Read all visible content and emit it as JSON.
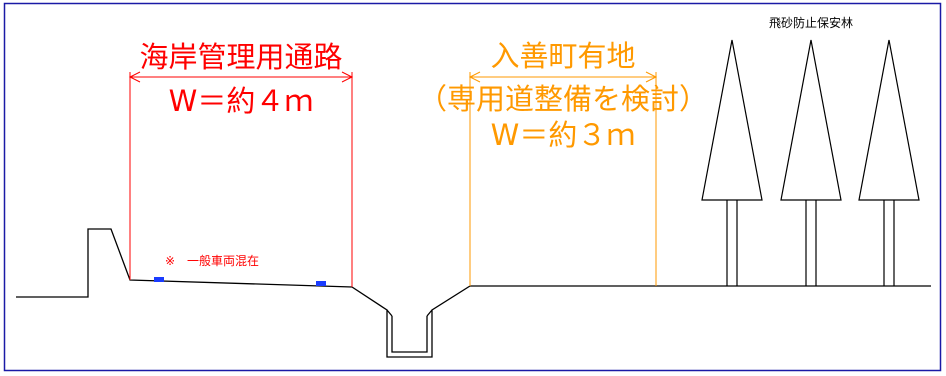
{
  "colors": {
    "frame": "#1a1aa6",
    "ground": "#000000",
    "road_width_marker": "#ff0000",
    "private_land_marker": "#ff9900",
    "car_marker": "#1a3cff",
    "forest": "#000000"
  },
  "labels": {
    "coastal_road_title": "海岸管理用通路",
    "coastal_road_width": "W＝約４ｍ",
    "mixed_traffic_note": "※　一般車両混在",
    "town_land_title": "入善町有地",
    "town_land_subtitle": "（専用道整備を検討）",
    "town_land_width": "W＝約３ｍ",
    "forest_label": "飛砂防止保安林"
  }
}
